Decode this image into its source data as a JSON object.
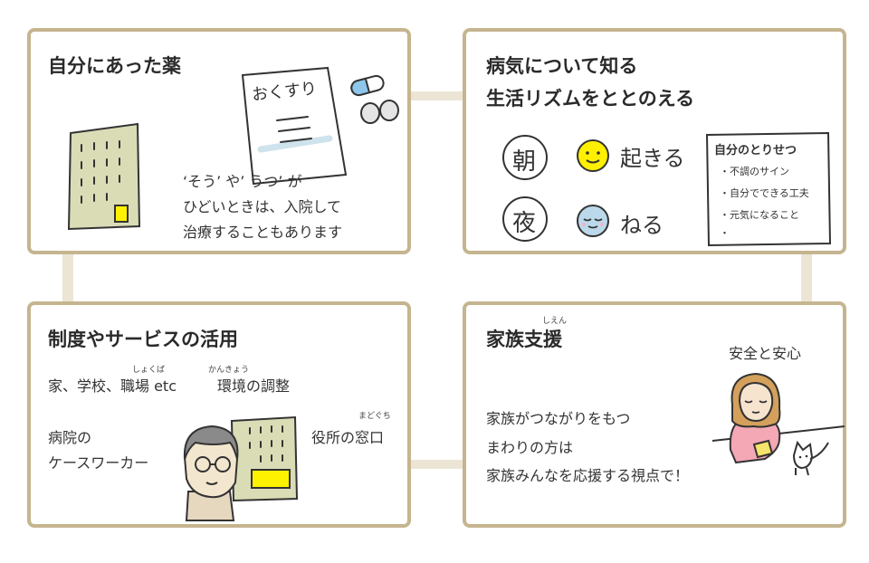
{
  "cards": {
    "medicine": {
      "title": "自分にあった薬",
      "paper_label": "おくすり",
      "body_lines": [
        "‘そう’ や’ うつ’ が",
        "ひどいときは、入院して",
        "治療することもあります"
      ]
    },
    "rhythm": {
      "title_line1": "病気について知る",
      "title_line2": "生活リズムをととのえる",
      "morning_kanji": "朝",
      "night_kanji": "夜",
      "wake_text": "起きる",
      "sleep_text": "ねる",
      "note_title": "自分のとりせつ",
      "note_items": [
        "・不調のサイン",
        "・自分でできる工夫",
        "・元気になること",
        "・"
      ]
    },
    "system": {
      "title": "制度やサービスの活用",
      "ruby_shokuba": "しょくば",
      "ruby_kankyou": "かんきょう",
      "line1_part1": "家、学校、職場 etc",
      "line1_part2": "環境の調整",
      "hospital_line1": "病院の",
      "hospital_line2": "ケースワーカー",
      "ruby_madoguchi": "まどぐち",
      "office": "役所の窓口"
    },
    "family": {
      "title": "家族支援",
      "ruby_shien": "しえん",
      "safety": "安全と安心",
      "body_lines": [
        "家族がつながりをもつ",
        "まわりの方は",
        "家族みんなを応援する視点で！"
      ]
    }
  },
  "colors": {
    "border": "#c5b58f",
    "connector": "#ece5d6",
    "building": "#dadcb6",
    "window_yellow": "#fff200",
    "face_yellow": "#fff000",
    "face_blue": "#bcd9ec",
    "pill_blue": "#8ec7eb",
    "woman_sweater": "#f4a7b5",
    "woman_hair": "#d4a05c"
  }
}
